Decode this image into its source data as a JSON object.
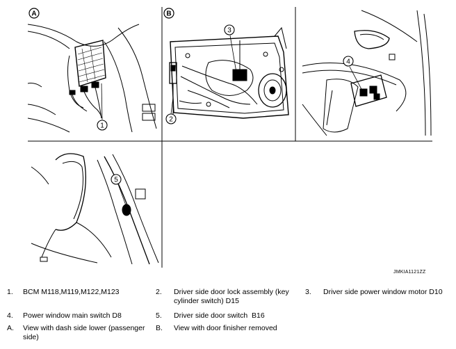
{
  "panels": [
    {
      "letter": "A",
      "callouts": [
        "1"
      ]
    },
    {
      "letter": "B",
      "callouts": [
        "2",
        "3"
      ]
    },
    {
      "letter": "",
      "callouts": [
        "4"
      ]
    },
    {
      "letter": "",
      "callouts": [
        "5"
      ]
    }
  ],
  "figure_code": "JMKIA1121ZZ",
  "legend": [
    {
      "num": "1.",
      "text": "BCM M118,M119,M122,M123"
    },
    {
      "num": "2.",
      "text": "Driver side door lock assembly (key cylinder switch) D15"
    },
    {
      "num": "3.",
      "text": "Driver side power window motor D10"
    },
    {
      "num": "4.",
      "text": "Power window main switch D8"
    },
    {
      "num": "5.",
      "text": "Driver side door switch  B16"
    },
    {
      "num": "A.",
      "text": "View with dash side lower (passenger side)"
    },
    {
      "num": "B.",
      "text": "View with door finisher removed"
    }
  ]
}
